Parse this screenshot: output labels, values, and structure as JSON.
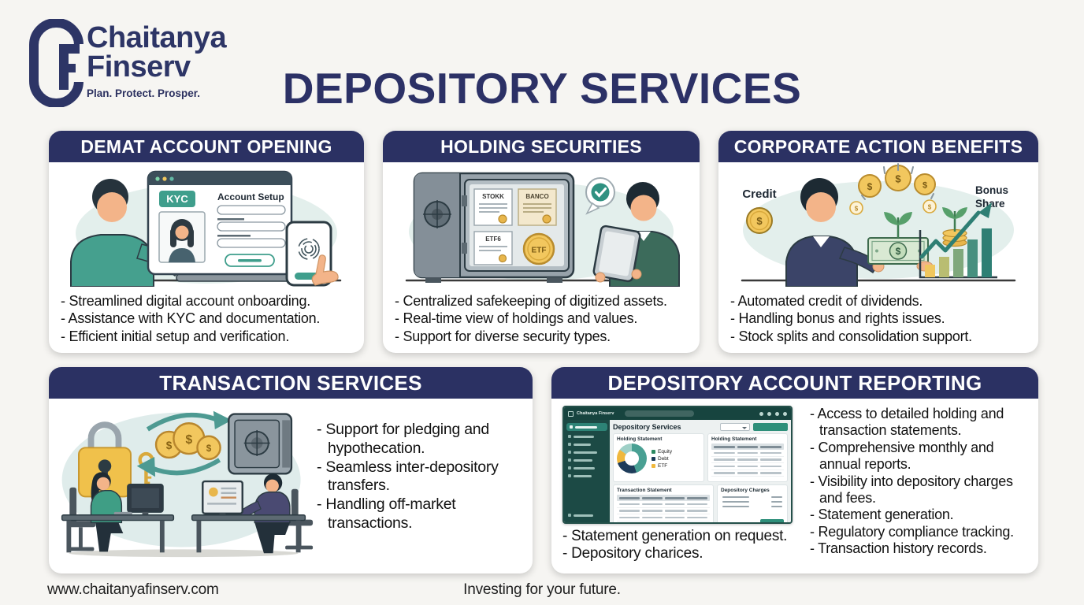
{
  "brand": {
    "name_line1": "Chaitanya",
    "name_line2": "Finserv",
    "tagline": "Plan. Protect. Prosper."
  },
  "title": "DEPOSITORY SERVICES",
  "footer": {
    "website": "www.chaitanyafinserv.com",
    "slogan": "Investing for your future."
  },
  "glyphs": {
    "dollar": "$"
  },
  "colors": {
    "navy": "#2b3163",
    "teal": "#3f9e8c",
    "gold": "#f2c75e"
  },
  "cards": [
    {
      "title": "DEMAT ACCOUNT OPENING",
      "bullets": [
        "- Streamlined digital account onboarding.",
        "- Assistance with KYC and documentation.",
        "- Efficient initial setup and verification."
      ]
    },
    {
      "title": "HOLDING SECURITIES",
      "bullets": [
        "- Centralized safekeeping of digitized assets.",
        "- Real-time view of holdings and values.",
        "- Support for diverse security types."
      ]
    },
    {
      "title": "CORPORATE ACTION BENEFITS",
      "bullets": [
        "- Automated credit of dividends.",
        "- Handling bonus and rights issues.",
        "- Stock splits and consolidation support."
      ]
    },
    {
      "title": "TRANSACTION SERVICES",
      "bullets": [
        "- Support for pledging and hypothecation.",
        "- Seamless inter-depository transfers.",
        "- Handling off-market transactions."
      ]
    },
    {
      "title": "DEPOSITORY ACCOUNT REPORTING",
      "bullets_right": [
        "- Access to detailed holding and transaction statements.",
        "- Comprehensive monthly and annual reports.",
        "- Visibility into depository charges and fees.",
        "- Statement generation.",
        "- Regulatory compliance tracking.",
        "- Transaction history records."
      ],
      "bullets_below": [
        "- Statement generation on request.",
        "- Depository charices."
      ]
    }
  ],
  "illustrations": {
    "demat": {
      "kyc_label": "KYC",
      "form_title": "Account Setup"
    },
    "holding": {
      "cert_stock": "STOKK",
      "cert_bond": "BANCO",
      "cert_etf": "ETF6",
      "coin_label": "ETF"
    },
    "corporate": {
      "credit_label": "Credit",
      "bonus_line1": "Bonus",
      "bonus_line2": "Share"
    },
    "reporting": {
      "app_name": "Chaitanya Finserv",
      "page_title": "Depository Services",
      "holding_chart_title": "Holding Statement",
      "holding_table_title": "Holding Statement",
      "legend": [
        "Equity",
        "Debt",
        "ETF"
      ],
      "transactions_title": "Transaction Statement",
      "charges_title": "Depository Charges"
    }
  }
}
